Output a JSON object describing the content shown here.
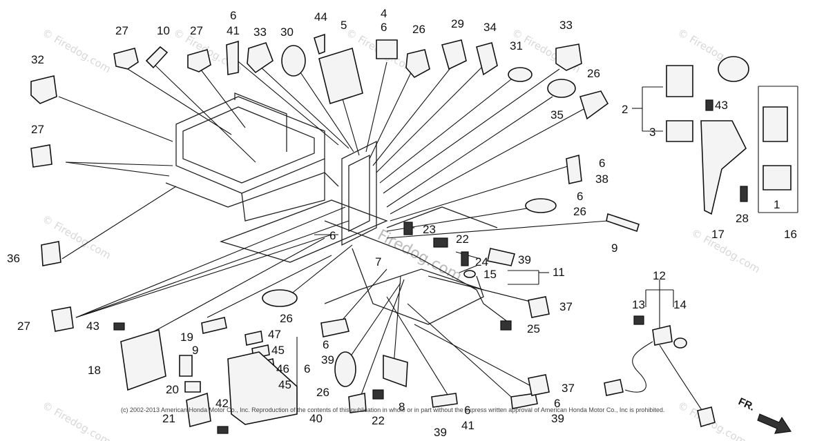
{
  "watermark": "© Firedog.com",
  "watermark_center": "Firedog.com",
  "copyright": "(c) 2002-2013 American Honda Motor Co., Inc. Reproduction of the contents of this publication in whole or in part without the express written approval of American Honda Motor Co., Inc is prohibited.",
  "direction_label": "FR.",
  "callouts": [
    "27",
    "10",
    "27",
    "6",
    "41",
    "33",
    "30",
    "44",
    "4",
    "6",
    "5",
    "26",
    "29",
    "34",
    "31",
    "33",
    "26",
    "35",
    "32",
    "27",
    "2",
    "3",
    "43",
    "6",
    "38",
    "6",
    "26",
    "23",
    "22",
    "24",
    "15",
    "39",
    "11",
    "9",
    "17",
    "28",
    "16",
    "1",
    "36",
    "6",
    "7",
    "12",
    "13",
    "14",
    "37",
    "25",
    "27",
    "43",
    "26",
    "19",
    "47",
    "45",
    "46",
    "45",
    "6",
    "9",
    "18",
    "20",
    "21",
    "42",
    "40",
    "22",
    "6",
    "26",
    "39",
    "8",
    "6",
    "41",
    "39",
    "37",
    "6",
    "39"
  ]
}
